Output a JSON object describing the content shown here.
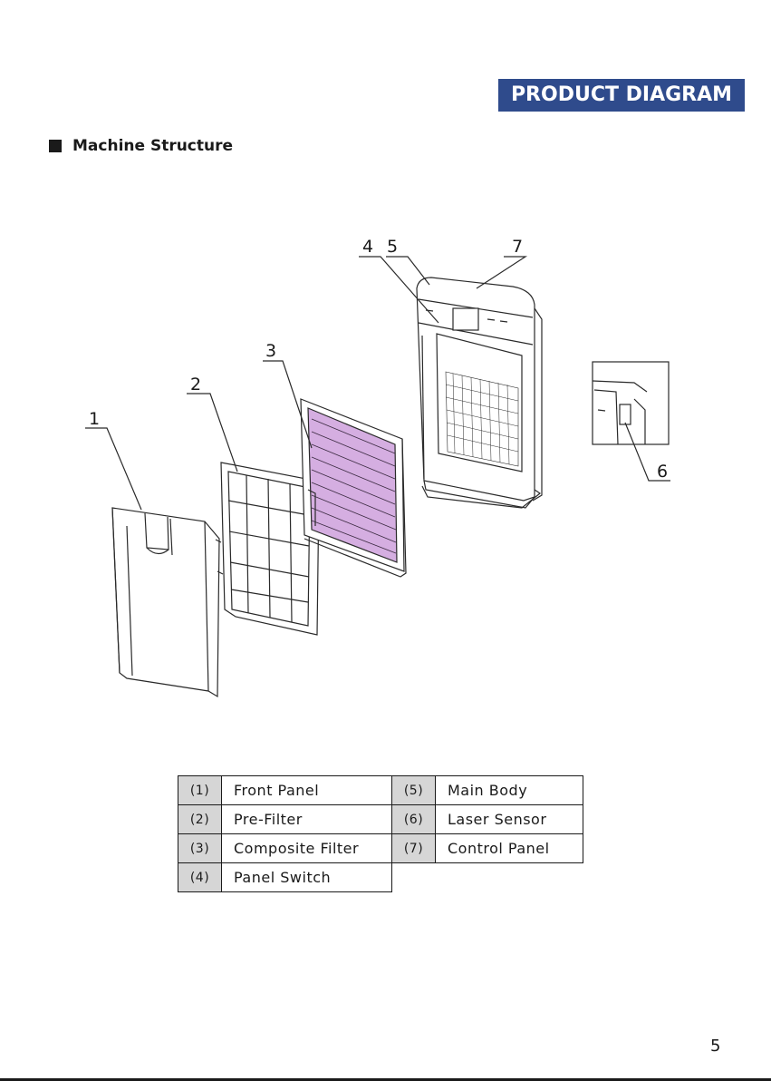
{
  "header": {
    "banner": "PRODUCT DIAGRAM"
  },
  "section": {
    "title": "Machine Structure"
  },
  "diagram": {
    "callouts": [
      "1",
      "2",
      "3",
      "4",
      "5",
      "6",
      "7"
    ],
    "colors": {
      "filter_accent": "#b36bc9",
      "line": "#2a2a2a"
    }
  },
  "parts": [
    {
      "num": "(1)",
      "name": "Front Panel"
    },
    {
      "num": "(2)",
      "name": "Pre-Filter"
    },
    {
      "num": "(3)",
      "name": "Composite Filter"
    },
    {
      "num": "(4)",
      "name": "Panel Switch"
    },
    {
      "num": "(5)",
      "name": "Main Body"
    },
    {
      "num": "(6)",
      "name": "Laser Sensor"
    },
    {
      "num": "(7)",
      "name": "Control Panel"
    }
  ],
  "page": {
    "number": "5"
  },
  "colors": {
    "banner_bg": "#2f4b8c",
    "banner_text": "#ffffff",
    "cell_shade": "#d6d6d6"
  }
}
